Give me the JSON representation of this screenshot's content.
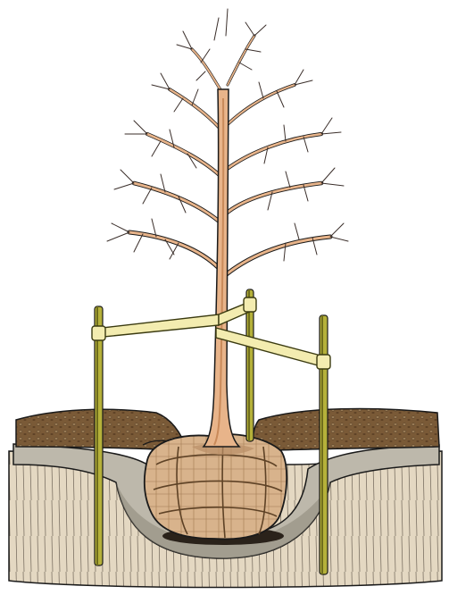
{
  "illustration": {
    "subject": "tree-planting-with-stakes",
    "elements": [
      "bare-deciduous-tree",
      "three-support-stakes",
      "crossing-tie-straps",
      "burlap-wrapped-root-ball",
      "planting-hole-cross-section",
      "mulch-layer",
      "subsoil"
    ],
    "colors": {
      "background": "#ffffff",
      "trunk": "#e8b48a",
      "trunk_shadow": "#c98a5a",
      "twigs": "#3a2e2a",
      "stake": "#b5b13a",
      "stake_dark": "#6e6d1c",
      "tie": "#f3ecb0",
      "tie_outline": "#3a3a10",
      "mulch": "#7a5a37",
      "mulch_light": "#a5855c",
      "topsoil": "#9a8a6a",
      "gravel_band": "#bdb8ab",
      "subsoil": "#d9ccb6",
      "burlap": "#d8b38c",
      "burlap_shadow": "#b98e66",
      "outline": "#1a1a1a"
    }
  }
}
